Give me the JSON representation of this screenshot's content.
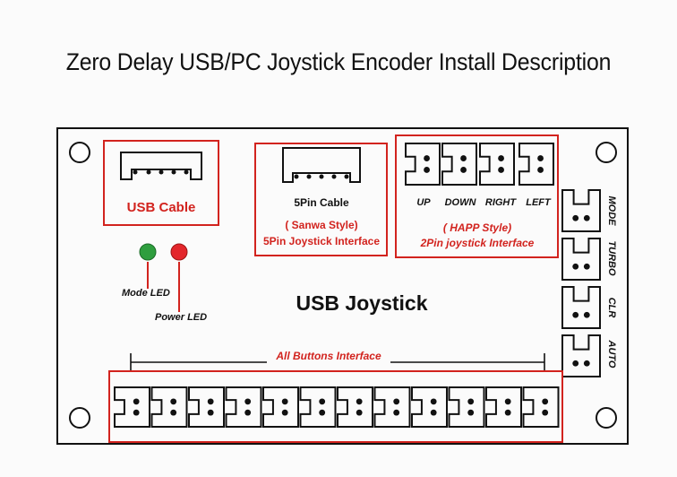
{
  "title": "Zero Delay USB/PC Joystick Encoder Install Description",
  "colors": {
    "accent": "#d2231e",
    "line": "#111111",
    "led_green": "#2e9e3e",
    "led_red": "#e3262b"
  },
  "usb_cable": {
    "label": "USB Cable"
  },
  "five_pin": {
    "cable_label": "5Pin Cable",
    "style_label": "( Sanwa Style)",
    "interface_label": "5Pin Joystick Interface"
  },
  "two_pin": {
    "directions": [
      "UP",
      "DOWN",
      "RIGHT",
      "LEFT"
    ],
    "style_label": "( HAPP Style)",
    "interface_label": "2Pin joystick Interface"
  },
  "side_connectors": [
    "MODE",
    "TURBO",
    "CLR",
    "AUTO"
  ],
  "leds": {
    "mode_label": "Mode LED",
    "power_label": "Power LED"
  },
  "board_label": "USB Joystick",
  "buttons": {
    "label": "All Buttons Interface",
    "count": 12
  }
}
